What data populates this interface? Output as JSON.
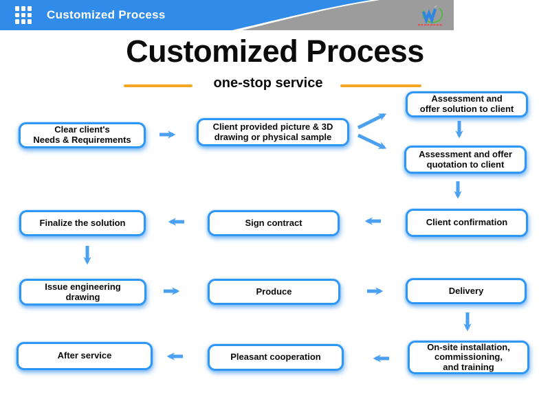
{
  "header": {
    "title": "Customized Process"
  },
  "page": {
    "title": "Customized Process",
    "subtitle": "one-stop service"
  },
  "flow": {
    "clear_needs": "Clear client's\nNeeds & Requirements",
    "client_picture": "Client provided picture & 3D\ndrawing or physical sample",
    "assess_solution": "Assessment and\noffer solution to client",
    "assess_quotation": "Assessment and offer\nquotation to client",
    "client_confirmation": "Client confirmation",
    "sign_contract": "Sign contract",
    "finalize_solution": "Finalize the solution",
    "issue_drawing": "Issue engineering\ndrawing",
    "produce": "Produce",
    "delivery": "Delivery",
    "onsite": "On-site installation,\ncommissioning,\nand training",
    "pleasant": "Pleasant cooperation",
    "after_service": "After service"
  },
  "connections": [
    {
      "from": "clear_needs",
      "to": "client_picture"
    },
    {
      "from": "client_picture",
      "to": "assess_solution"
    },
    {
      "from": "client_picture",
      "to": "assess_quotation"
    },
    {
      "from": "assess_solution",
      "to": "assess_quotation"
    },
    {
      "from": "assess_quotation",
      "to": "client_confirmation"
    },
    {
      "from": "client_confirmation",
      "to": "sign_contract"
    },
    {
      "from": "sign_contract",
      "to": "finalize_solution"
    },
    {
      "from": "finalize_solution",
      "to": "issue_drawing"
    },
    {
      "from": "issue_drawing",
      "to": "produce"
    },
    {
      "from": "produce",
      "to": "delivery"
    },
    {
      "from": "delivery",
      "to": "onsite"
    },
    {
      "from": "onsite",
      "to": "pleasant"
    },
    {
      "from": "pleasant",
      "to": "after_service"
    }
  ],
  "colors": {
    "box_border_blue": "#2E96F5",
    "arrow_blue": "#4CA0F0",
    "header_blue": "#318BE8",
    "header_gray": "#9C9C9C",
    "divider_orange": "#F6A623",
    "logo_green": "#4CBB3C",
    "logo_red": "#E05555"
  }
}
